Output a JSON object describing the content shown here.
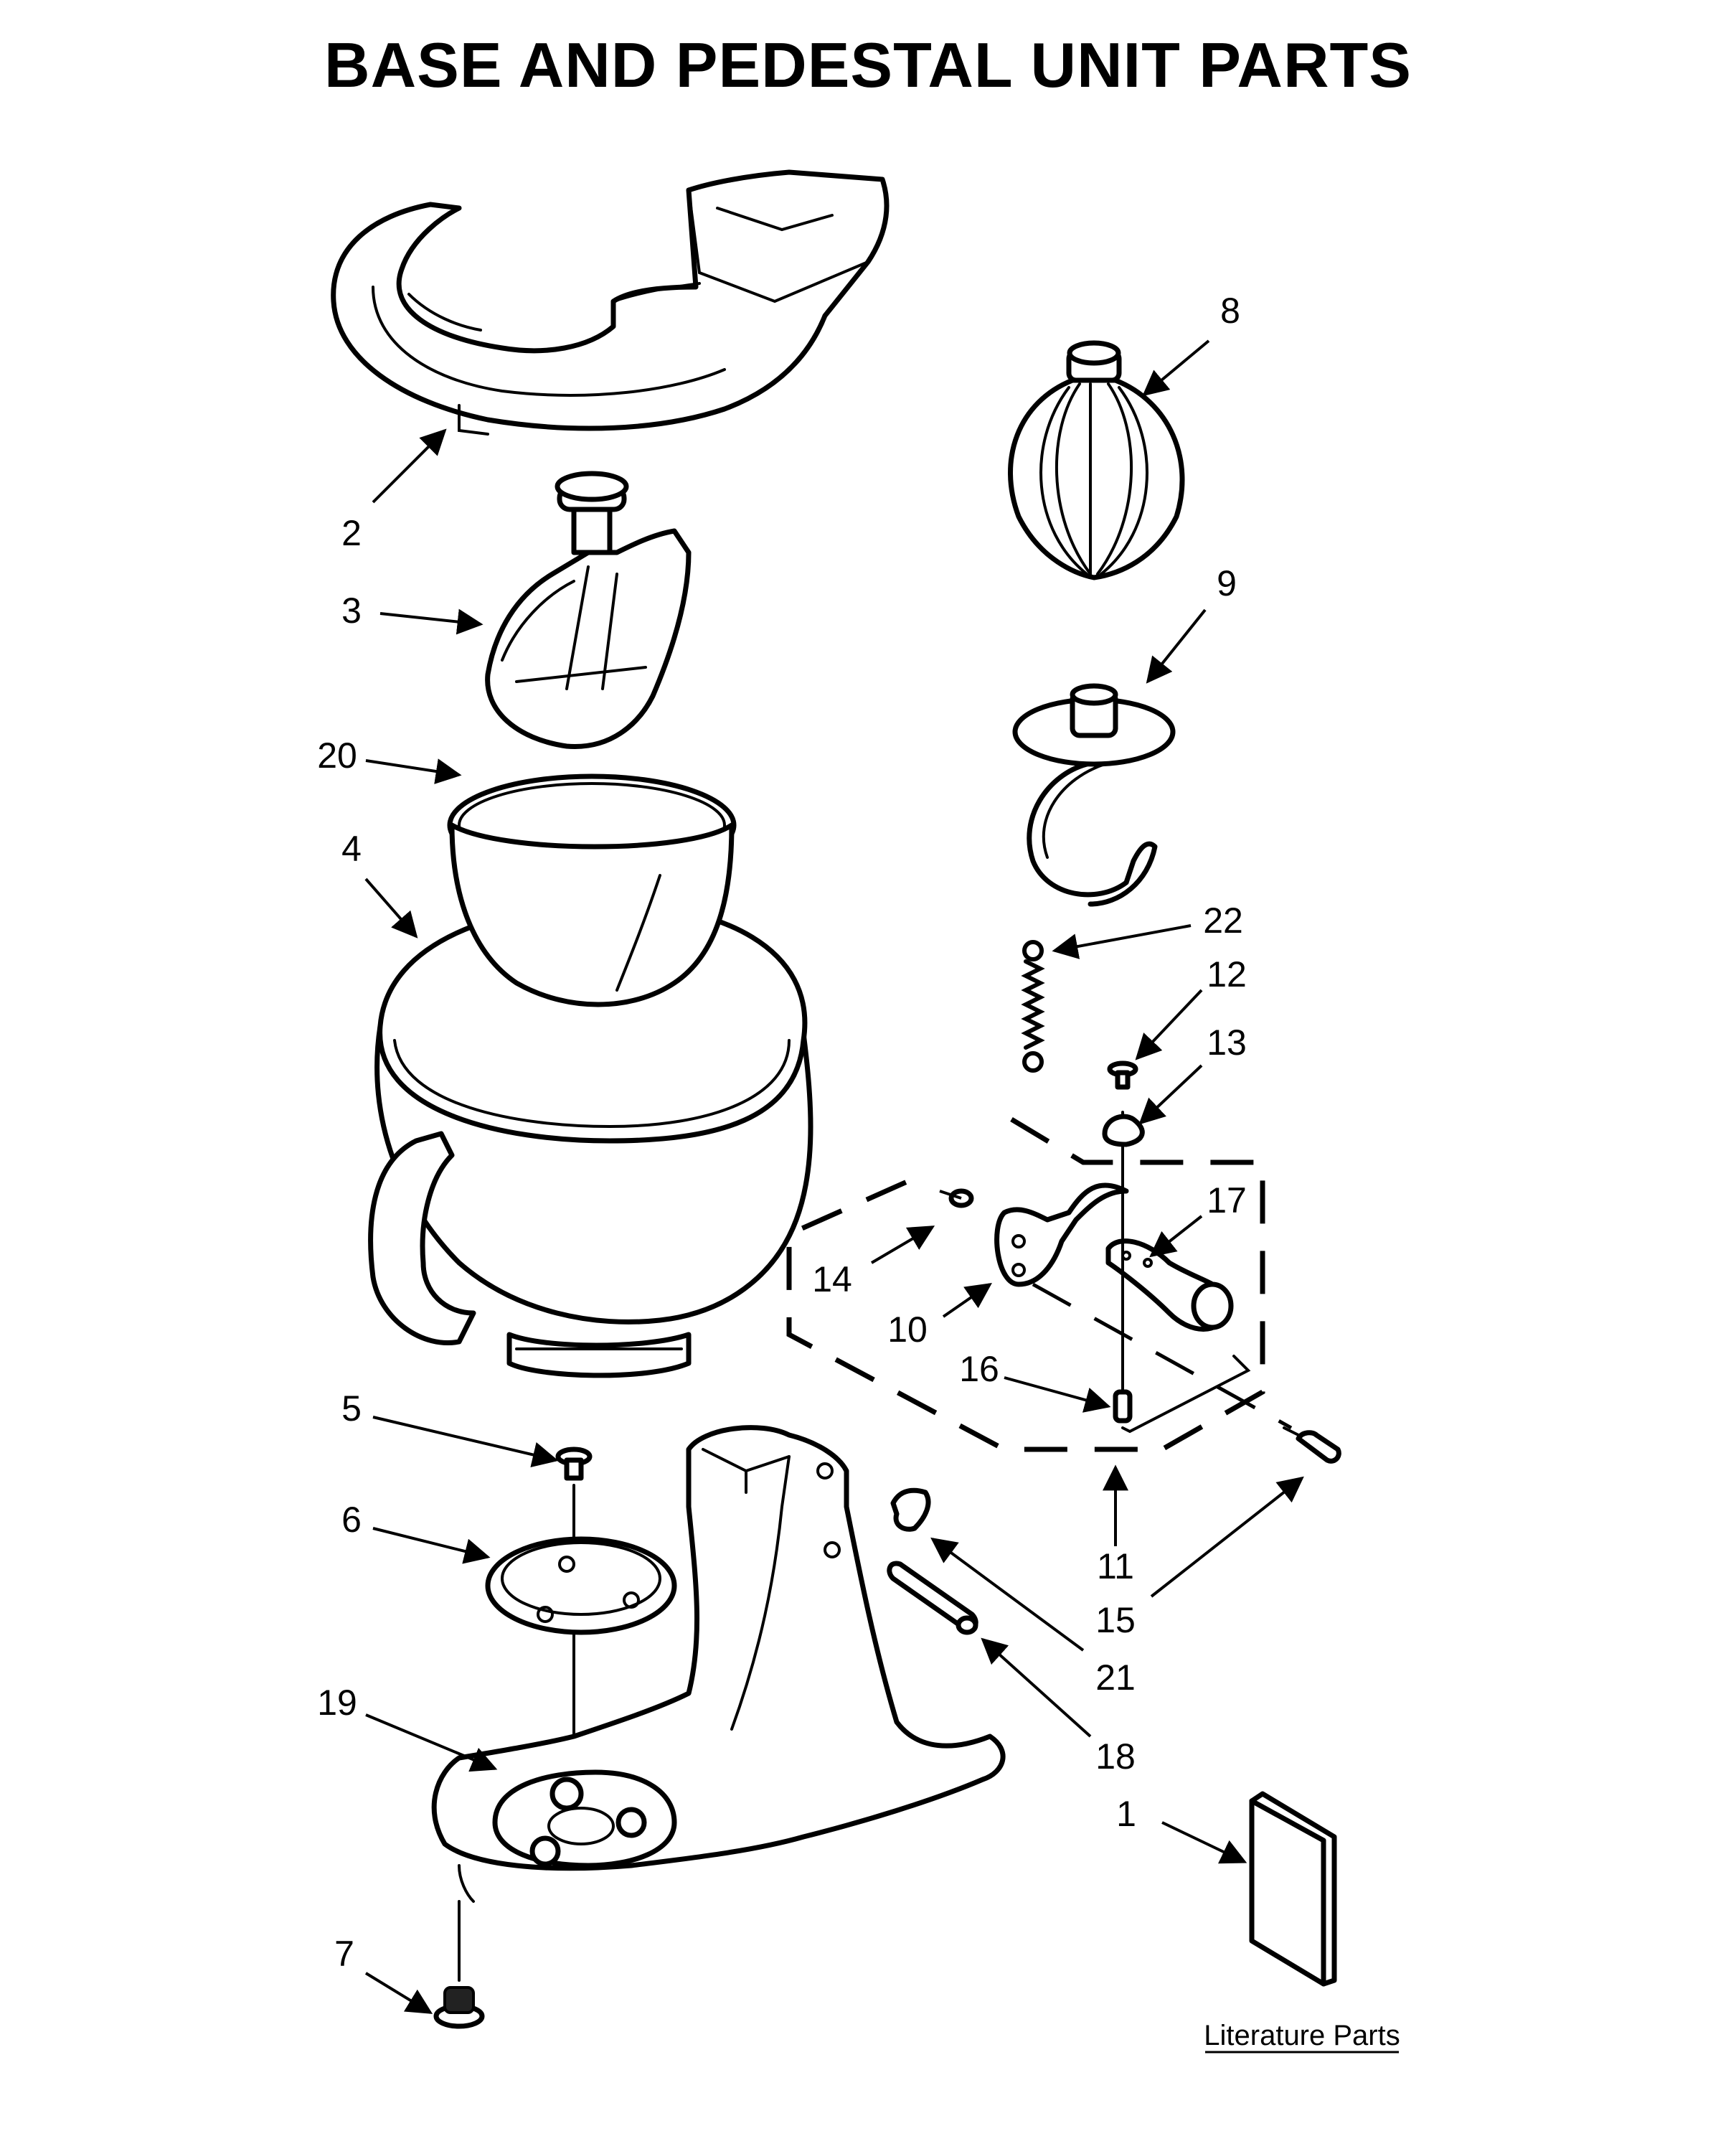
{
  "title": "BASE AND PEDESTAL UNIT PARTS",
  "literature_label": "Literature Parts",
  "callouts": {
    "c1": "1",
    "c2": "2",
    "c3": "3",
    "c4": "4",
    "c5": "5",
    "c6": "6",
    "c7": "7",
    "c8": "8",
    "c9": "9",
    "c10": "10",
    "c11": "11",
    "c12": "12",
    "c13": "13",
    "c14": "14",
    "c15": "15",
    "c16": "16",
    "c17": "17",
    "c18": "18",
    "c19": "19",
    "c20": "20",
    "c21": "21",
    "c22": "22"
  }
}
